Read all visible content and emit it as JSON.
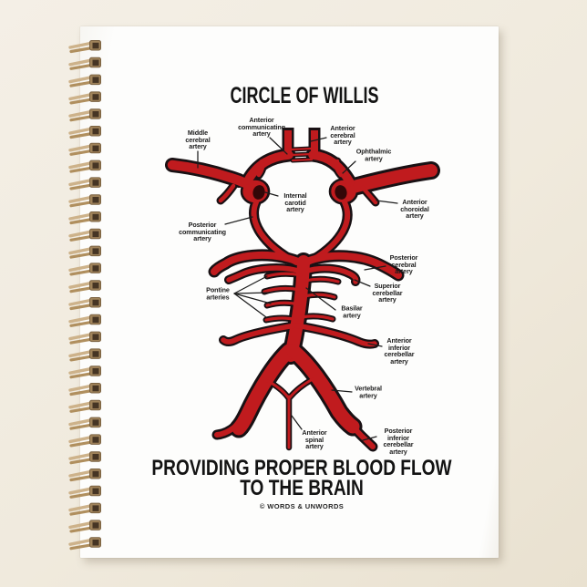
{
  "product": {
    "title": "CIRCLE OF WILLIS",
    "footer_line1": "PROVIDING PROPER BLOOD FLOW",
    "footer_line2": "TO THE BRAIN",
    "credit": "© WORDS & UNWORDS"
  },
  "diagram": {
    "labels": [
      {
        "id": "middle-cerebral-artery",
        "lines": [
          "Middle",
          "cerebral",
          "artery"
        ]
      },
      {
        "id": "anterior-communicating-artery",
        "lines": [
          "Anterior",
          "communicating",
          "artery"
        ]
      },
      {
        "id": "anterior-cerebral-artery",
        "lines": [
          "Anterior",
          "cerebral",
          "artery"
        ]
      },
      {
        "id": "ophthalmic-artery",
        "lines": [
          "Ophthalmic",
          "artery"
        ]
      },
      {
        "id": "internal-carotid-artery",
        "lines": [
          "Internal",
          "carotid",
          "artery"
        ]
      },
      {
        "id": "anterior-choroidal-artery",
        "lines": [
          "Anterior",
          "choroidal",
          "artery"
        ]
      },
      {
        "id": "posterior-communicating-artery",
        "lines": [
          "Posterior",
          "communicating",
          "artery"
        ]
      },
      {
        "id": "posterior-cerebral-artery",
        "lines": [
          "Posterior",
          "cerebral",
          "artery"
        ]
      },
      {
        "id": "superior-cerebellar-artery",
        "lines": [
          "Superior",
          "cerebellar",
          "artery"
        ]
      },
      {
        "id": "pontine-arteries",
        "lines": [
          "Pontine",
          "arteries"
        ]
      },
      {
        "id": "basilar-artery",
        "lines": [
          "Basilar",
          "artery"
        ]
      },
      {
        "id": "anterior-inferior-cerebellar-artery",
        "lines": [
          "Anterior",
          "inferior",
          "cerebellar",
          "artery"
        ]
      },
      {
        "id": "vertebral-artery",
        "lines": [
          "Vertebral",
          "artery"
        ]
      },
      {
        "id": "anterior-spinal-artery",
        "lines": [
          "Anterior",
          "spinal",
          "artery"
        ]
      },
      {
        "id": "posterior-inferior-cerebellar-artery",
        "lines": [
          "Posterior",
          "inferior",
          "cerebellar",
          "artery"
        ]
      }
    ]
  },
  "colors": {
    "artery_red": "#c01b1e",
    "artery_outline": "#191114",
    "page_white": "#fdfdfc",
    "background_cream": "#f0eadd",
    "coil_brass": "#c2a274",
    "text_black": "#151515"
  }
}
